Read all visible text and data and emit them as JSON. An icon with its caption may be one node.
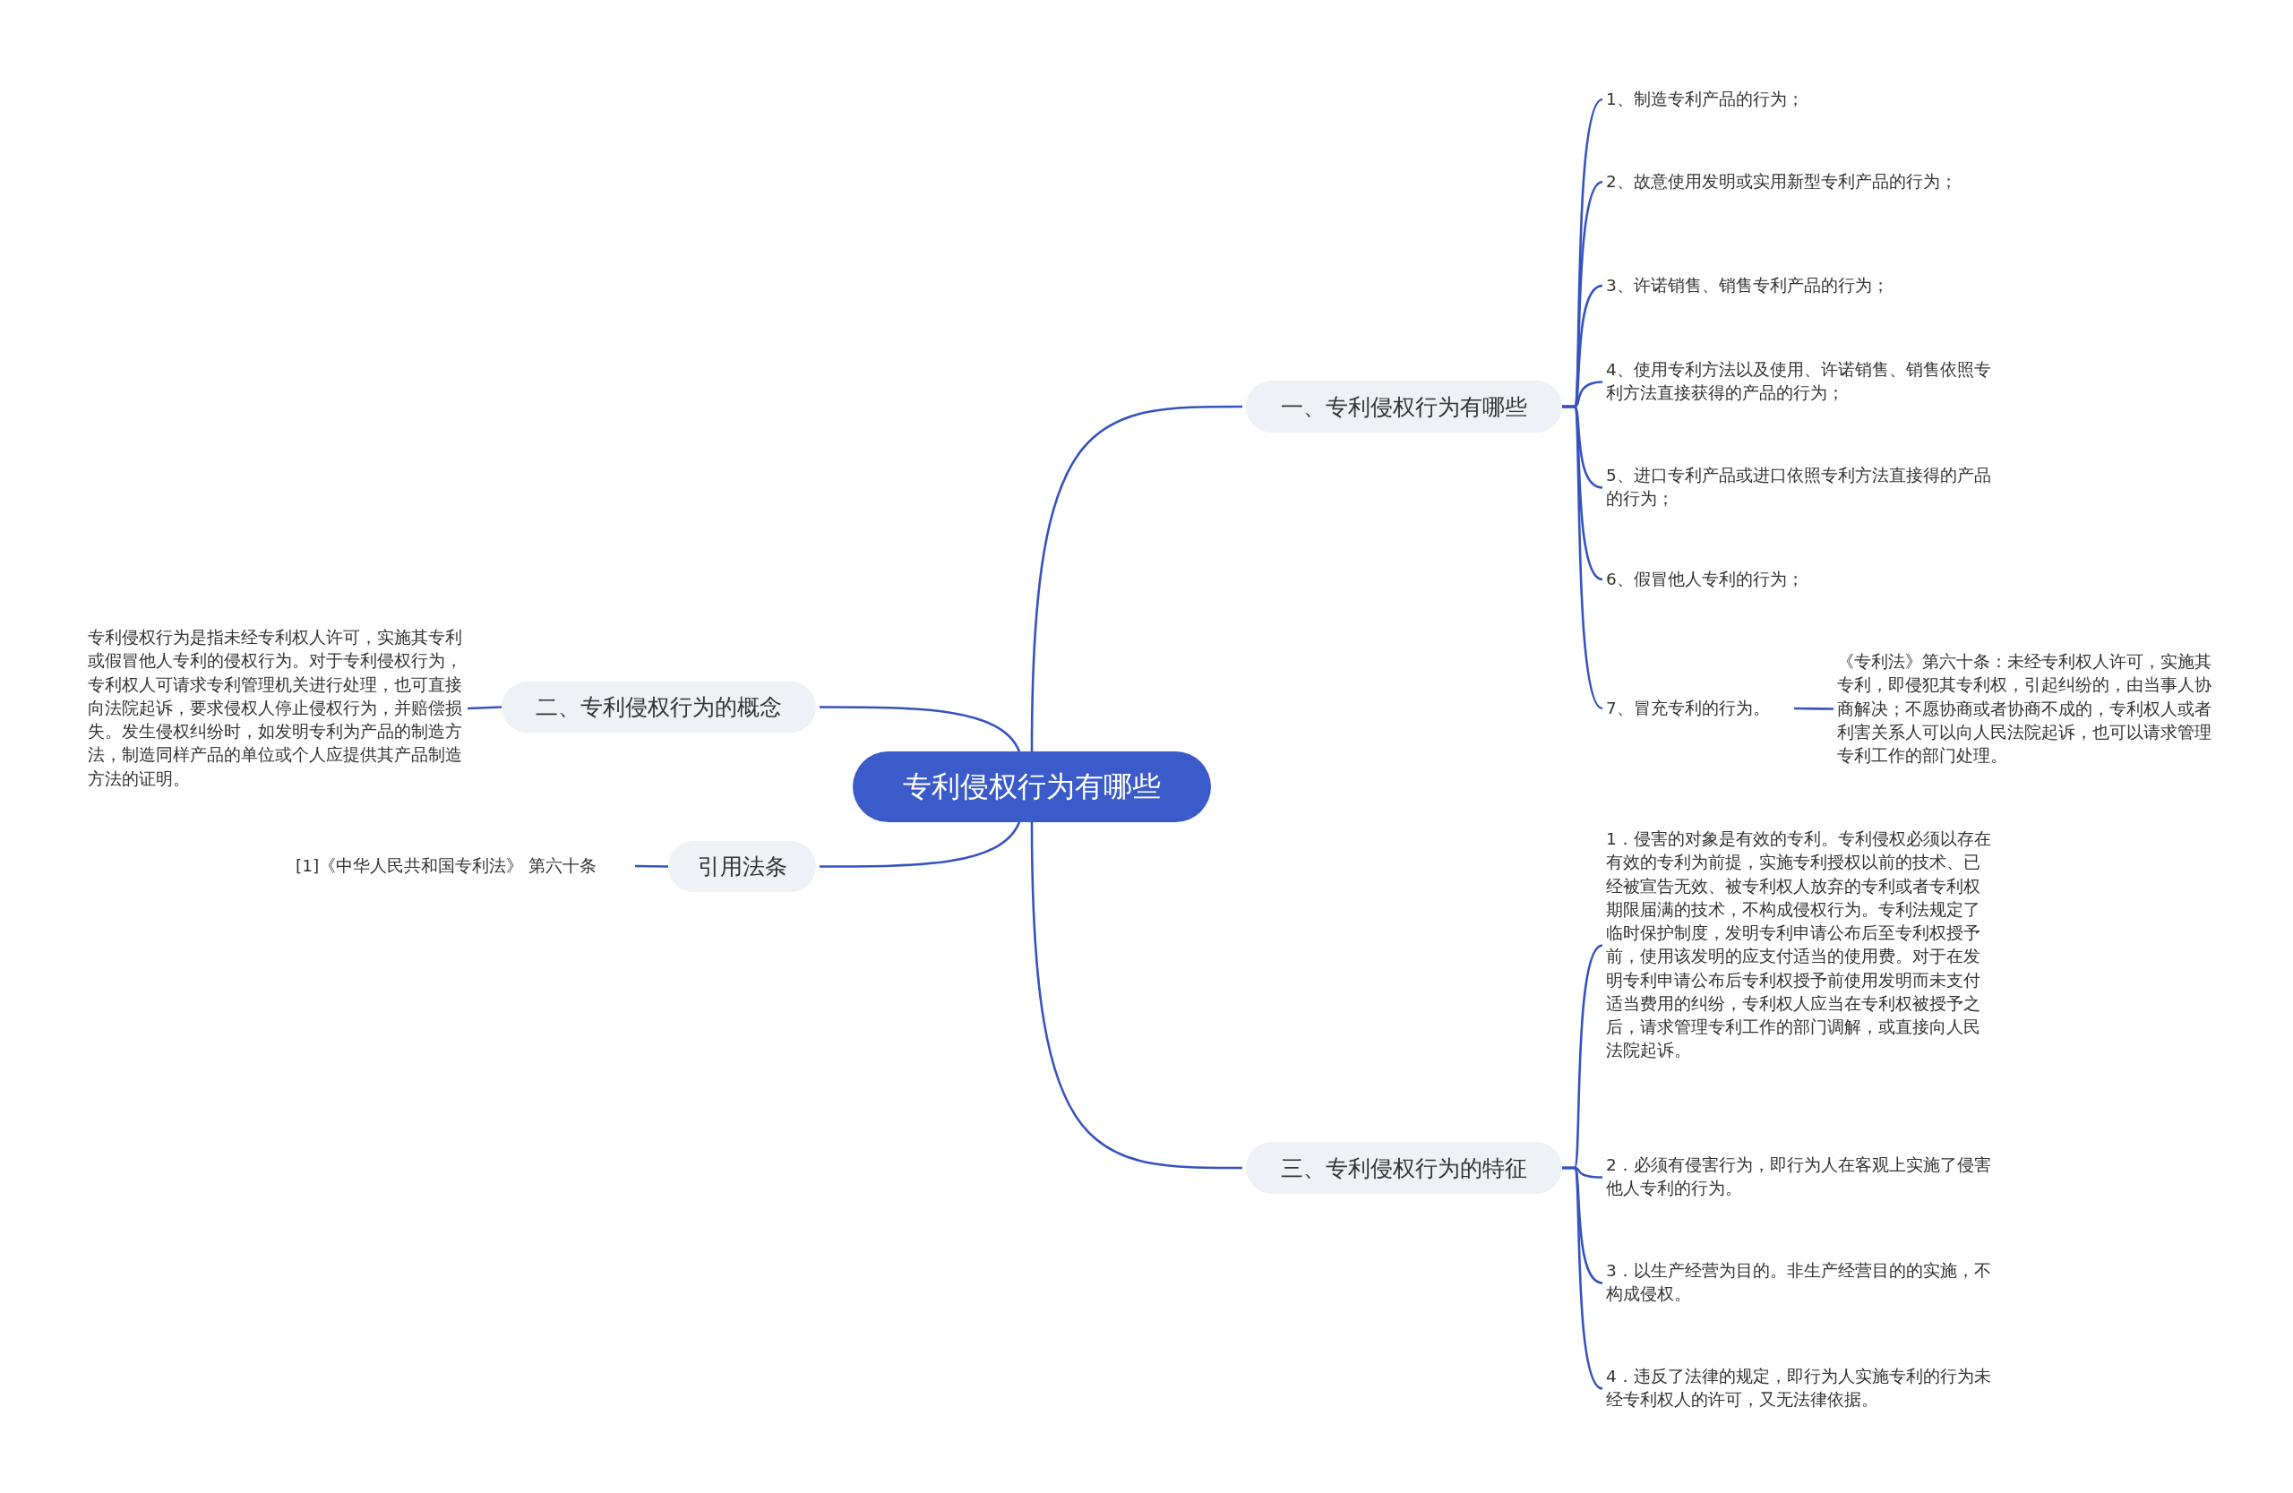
{
  "diagram": {
    "nodes": [
      {
        "text": [
          "专利侵权行为有哪些"
        ]
      },
      {
        "text": [
          "一、专利侵权行为有哪些"
        ]
      },
      {
        "text": [
          "1、制造专利产品的行为；"
        ]
      },
      {
        "text": [
          "2、故意使用发明或实用新型专利产品的行为；"
        ]
      },
      {
        "text": [
          "3、许诺销售、销售专利产品的行为；"
        ]
      },
      {
        "text": [
          "4、使用专利方法以及使用、许诺销售、销售依照专利方法直接获得的产品的行为；"
        ]
      },
      {
        "text": [
          "5、进口专利产品或进口依照专利方法直接得的产品的行为；"
        ]
      },
      {
        "text": [
          "6、假冒他人专利的行为；"
        ]
      },
      {
        "text": [
          "7、冒充专利的行为。"
        ]
      },
      {
        "text": [
          "《专利法》第六十条：未经专利权人许可，实施其专利，即侵犯其专利权，引起纠纷的，由当事人协商解决；不愿协商或者协商不成的，专利权人或者利害关系人可以向人民法院起诉，也可以请求管理专利工作的部门处理。"
        ]
      },
      {
        "text": [
          "二、专利侵权行为的概念"
        ]
      },
      {
        "text": [
          "专利侵权行为是指未经专利权人许可，实施其专利或假冒他人专利的侵权行为。对于专利侵权行为，专利权人可请求专利管理机关进行处理，也可直接向法院起诉，要求侵权人停止侵权行为，并赔偿损失。发生侵权纠纷时，如发明专利为产品的制造方法，制造同样产品的单位或个人应提供其产品制造方法的证明。"
        ]
      },
      {
        "text": [
          "引用法条"
        ]
      },
      {
        "text": [
          "[1]《中华人民共和国专利法》 第六十条"
        ]
      },
      {
        "text": [
          "三、专利侵权行为的特征"
        ]
      },
      {
        "text": [
          "1．侵害的对象是有效的专利。专利侵权必须以存在有效的专利为前提，实施专利授权以前的技术、已经被宣告无效、被专利权人放弃的专利或者专利权期限届满的技术，不构成侵权行为。专利法规定了临时保护制度，发明专利申请公布后至专利权授予前，使用该发明的应支付适当的使用费。对于在发明专利申请公布后专利权授予前使用发明而未支付适当费用的纠纷，专利权人应当在专利权被授予之后，请求管理专利工作的部门调解，或直接向人民法院起诉。"
        ]
      },
      {
        "text": [
          "2．必须有侵害行为，即行为人在客观上实施了侵害他人专利的行为。"
        ]
      },
      {
        "text": [
          "3．以生产经营为目的。非生产经营目的的实施，不构成侵权。"
        ]
      },
      {
        "text": [
          "4．违反了法律的规定，即行为人实施专利的行为未经专利权人的许可，又无法律依据。"
        ]
      }
    ],
    "edges": [
      {
        "from": 0,
        "to": 1,
        "arrow": "none"
      },
      {
        "from": 1,
        "to": 2,
        "arrow": "none"
      },
      {
        "from": 1,
        "to": 3,
        "arrow": "none"
      },
      {
        "from": 1,
        "to": 4,
        "arrow": "none"
      },
      {
        "from": 1,
        "to": 5,
        "arrow": "none"
      },
      {
        "from": 1,
        "to": 6,
        "arrow": "none"
      },
      {
        "from": 1,
        "to": 7,
        "arrow": "none"
      },
      {
        "from": 1,
        "to": 8,
        "arrow": "none"
      },
      {
        "from": 8,
        "to": 9,
        "arrow": "none"
      },
      {
        "from": 0,
        "to": 10,
        "arrow": "none"
      },
      {
        "from": 10,
        "to": 11,
        "arrow": "none"
      },
      {
        "from": 0,
        "to": 12,
        "arrow": "none"
      },
      {
        "from": 12,
        "to": 13,
        "arrow": "none"
      },
      {
        "from": 0,
        "to": 14,
        "arrow": "none"
      },
      {
        "from": 14,
        "to": 15,
        "arrow": "none"
      },
      {
        "from": 14,
        "to": 16,
        "arrow": "none"
      },
      {
        "from": 14,
        "to": 17,
        "arrow": "none"
      },
      {
        "from": 14,
        "to": 18,
        "arrow": "none"
      }
    ]
  }
}
